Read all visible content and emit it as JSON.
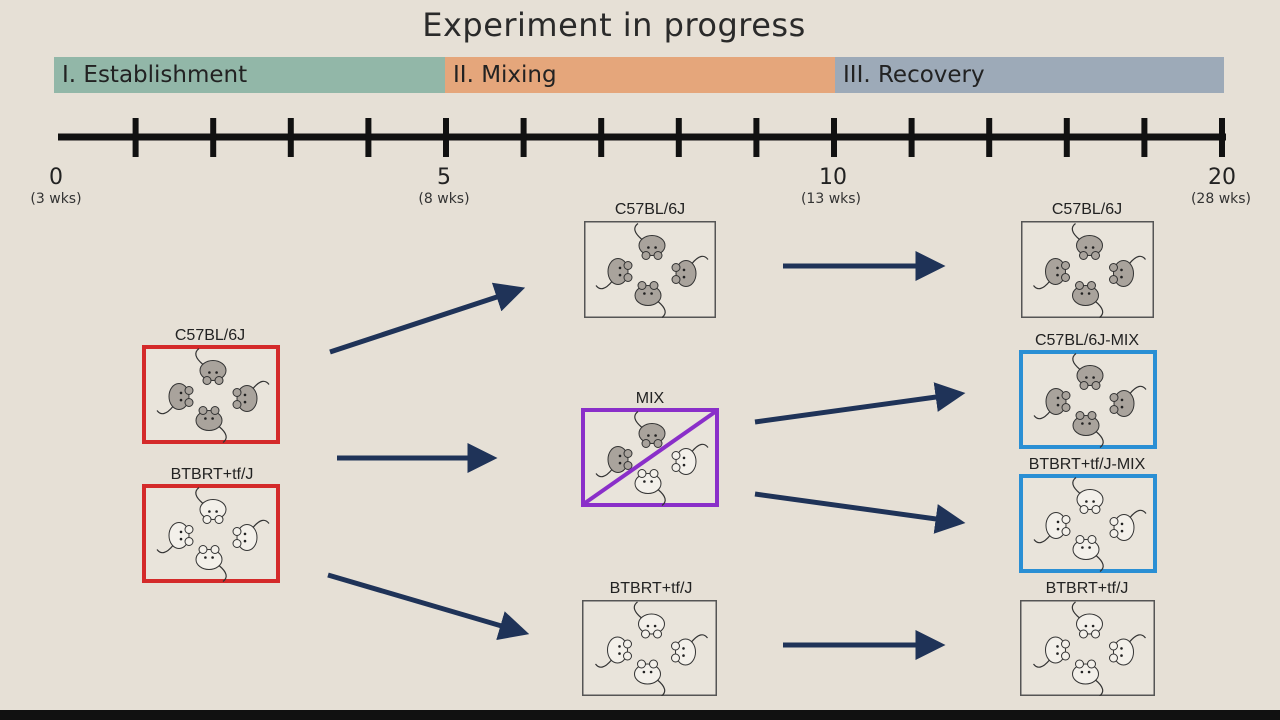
{
  "title": "Experiment in progress",
  "phases": [
    {
      "label": "I. Establishment",
      "color": "#92b7a8"
    },
    {
      "label": "II. Mixing",
      "color": "#e5a67b"
    },
    {
      "label": "III. Recovery",
      "color": "#9daab8"
    }
  ],
  "timeline": {
    "ticks": [
      {
        "value": "0",
        "sub": "(3 wks)"
      },
      {
        "value": "5",
        "sub": "(8 wks)"
      },
      {
        "value": "10",
        "sub": "(13 wks)"
      },
      {
        "value": "20",
        "sub": "(28 wks)"
      }
    ]
  },
  "cages": {
    "start_b6": {
      "label": "C57BL/6J",
      "border": "#d42a2a",
      "mice": "dark"
    },
    "start_bt": {
      "label": "BTBRT+tf/J",
      "border": "#d42a2a",
      "mice": "light"
    },
    "mid_b6": {
      "label": "C57BL/6J",
      "border": "#555555",
      "mice": "dark"
    },
    "mid_mix": {
      "label": "MIX",
      "border": "#8a2fc9",
      "mice": "mixed"
    },
    "mid_bt": {
      "label": "BTBRT+tf/J",
      "border": "#555555",
      "mice": "light"
    },
    "end_b6": {
      "label": "C57BL/6J",
      "border": "#555555",
      "mice": "dark"
    },
    "end_b6_mix": {
      "label": "C57BL/6J-MIX",
      "border": "#2a8fd4",
      "mice": "dark"
    },
    "end_bt_mix": {
      "label": "BTBRT+tf/J-MIX",
      "border": "#2a8fd4",
      "mice": "light"
    },
    "end_bt": {
      "label": "BTBRT+tf/J",
      "border": "#555555",
      "mice": "light"
    }
  },
  "colors": {
    "arrow": "#1f3358",
    "timeline": "#111111"
  }
}
